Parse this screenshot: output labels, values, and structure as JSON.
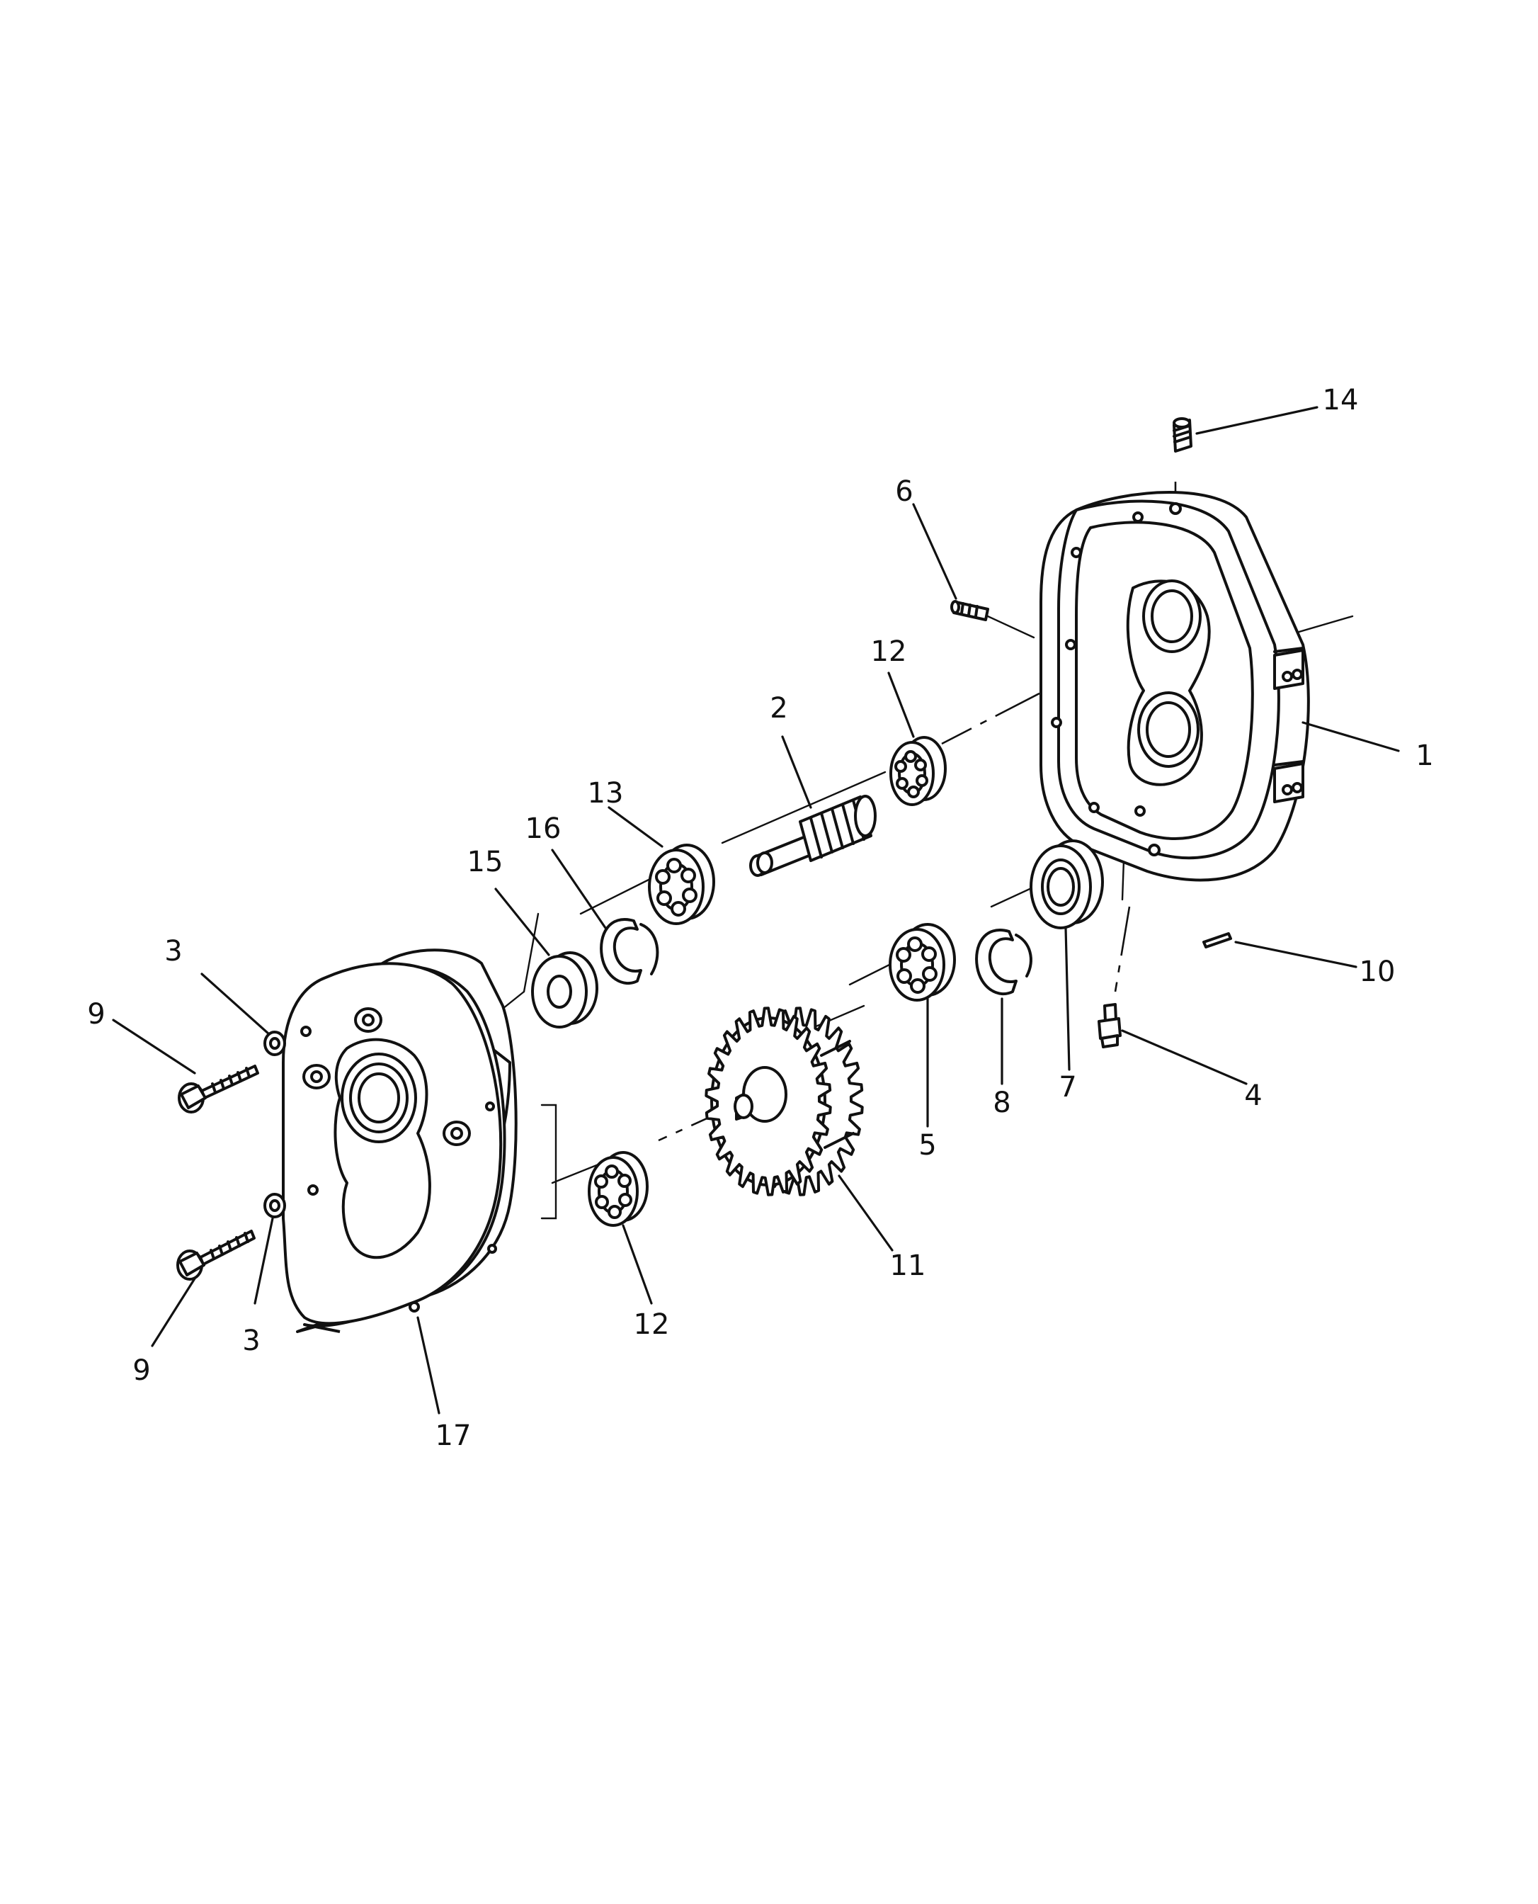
{
  "callouts": [
    {
      "id": "c14",
      "text": "14"
    },
    {
      "id": "c6",
      "text": "6"
    },
    {
      "id": "c12a",
      "text": "12"
    },
    {
      "id": "c2",
      "text": "2"
    },
    {
      "id": "c13",
      "text": "13"
    },
    {
      "id": "c16",
      "text": "16"
    },
    {
      "id": "c15",
      "text": "15"
    },
    {
      "id": "c1",
      "text": "1"
    },
    {
      "id": "c3a",
      "text": "3"
    },
    {
      "id": "c9a",
      "text": "9"
    },
    {
      "id": "c10",
      "text": "10"
    },
    {
      "id": "c4",
      "text": "4"
    },
    {
      "id": "c7",
      "text": "7"
    },
    {
      "id": "c8",
      "text": "8"
    },
    {
      "id": "c5",
      "text": "5"
    },
    {
      "id": "c11",
      "text": "11"
    },
    {
      "id": "c12b",
      "text": "12"
    },
    {
      "id": "c3b",
      "text": "3"
    },
    {
      "id": "c9b",
      "text": "9"
    },
    {
      "id": "c17",
      "text": "17"
    }
  ]
}
